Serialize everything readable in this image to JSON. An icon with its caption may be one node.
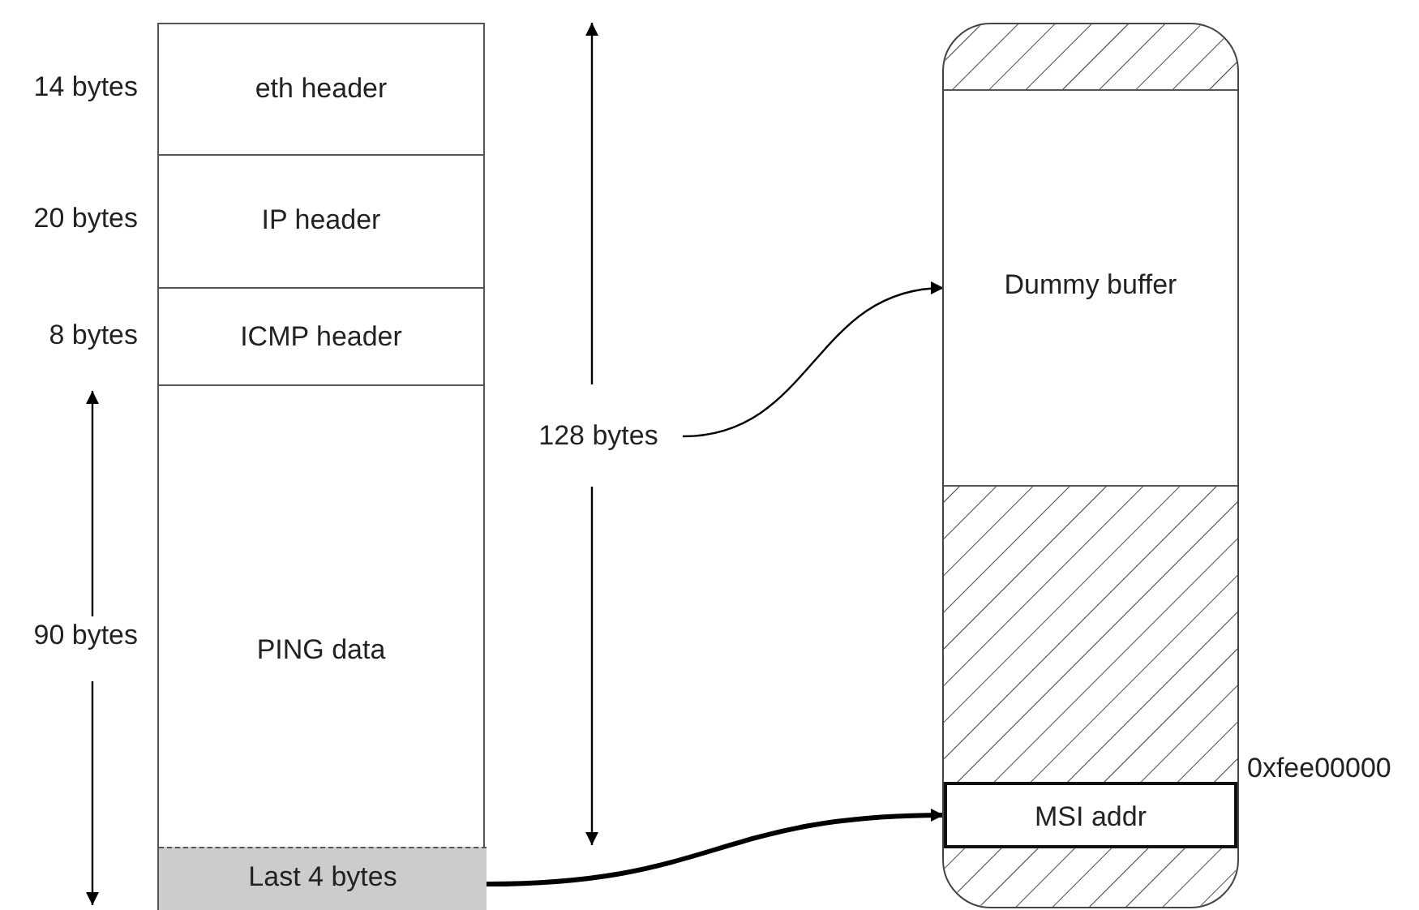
{
  "diagram": {
    "nodes": [
      {
        "text": [
          "eth header"
        ],
        "beside": [
          "14 bytes"
        ]
      },
      {
        "text": [
          "IP header"
        ],
        "beside": [
          "20 bytes"
        ]
      },
      {
        "text": [
          "ICMP header"
        ],
        "beside": [
          "8 bytes"
        ]
      },
      {
        "text": [
          "PING data"
        ],
        "beside": [
          "90 bytes"
        ]
      },
      {
        "text": [
          "Last 4 bytes"
        ],
        "in": 3
      },
      {
        "text": [
          "128 bytes"
        ]
      },
      {
        "text": [],
        "shape": "box"
      },
      {
        "text": [
          "Dummy buffer"
        ],
        "in": 6
      },
      {
        "text": [
          "MSI addr"
        ],
        "in": 6,
        "beside": [
          "0xfee00000"
        ]
      }
    ],
    "edges": [
      {
        "from": 5,
        "to": 7,
        "arrow": "to"
      },
      {
        "from": 4,
        "to": 8,
        "arrow": "to",
        "style": "thick"
      }
    ]
  }
}
